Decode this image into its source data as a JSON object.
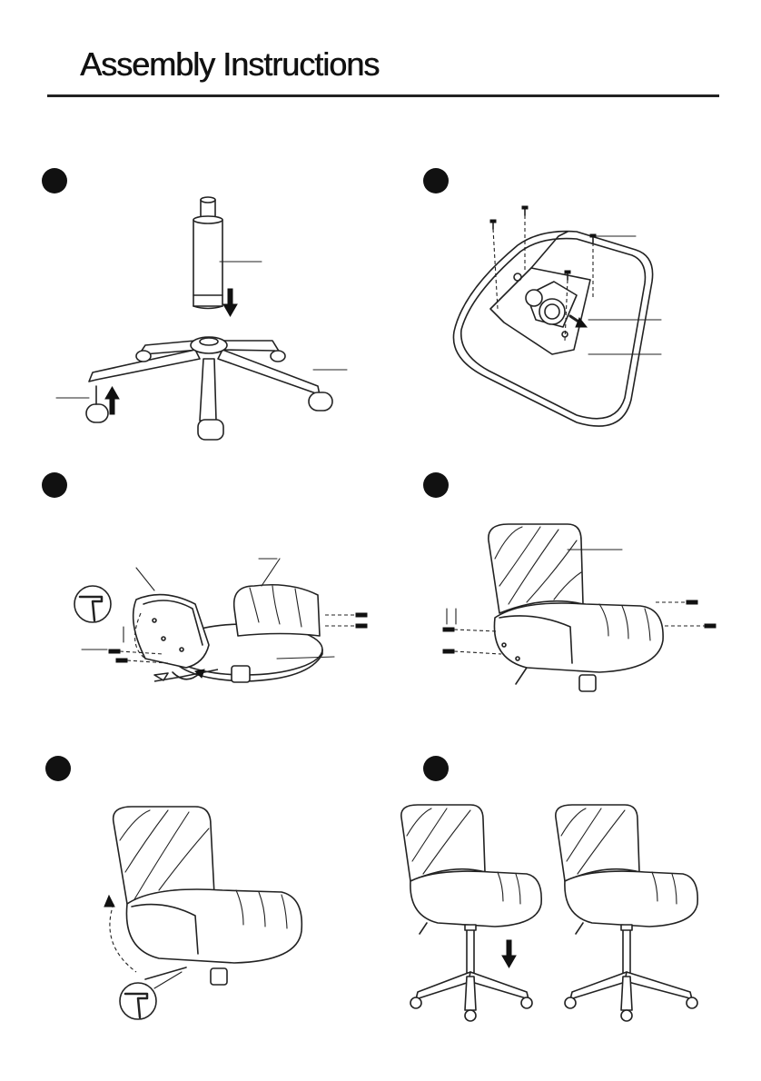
{
  "document": {
    "title": "Assembly Instructions"
  },
  "steps": [
    {
      "id": "step-1",
      "marker": "filled-circle"
    },
    {
      "id": "step-2",
      "marker": "filled-circle"
    },
    {
      "id": "step-3",
      "marker": "filled-circle"
    },
    {
      "id": "step-4",
      "marker": "filled-circle"
    },
    {
      "id": "step-5",
      "marker": "filled-circle"
    },
    {
      "id": "step-6",
      "marker": "filled-circle"
    }
  ],
  "icons": [
    "allen-key-icon",
    "screw-icon",
    "arrow-down-icon",
    "arrow-up-icon"
  ],
  "colors": {
    "ink": "#222222",
    "background": "#ffffff"
  }
}
